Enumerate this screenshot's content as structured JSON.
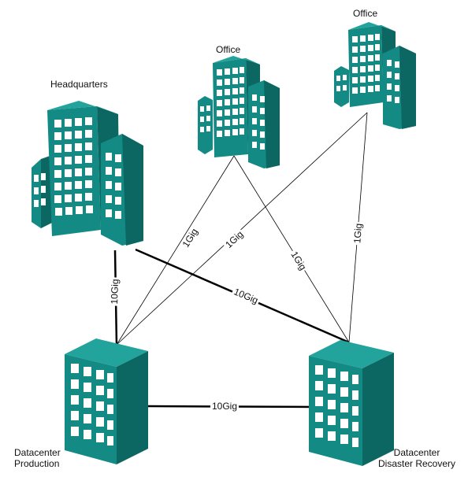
{
  "nodes": {
    "headquarters": {
      "label": "Headquarters",
      "icon": "office-building-icon"
    },
    "office_left": {
      "label": "Office",
      "icon": "office-building-icon"
    },
    "office_right": {
      "label": "Office",
      "icon": "office-building-icon"
    },
    "dc_production": {
      "label_line1": "Datacenter",
      "label_line2": "Production",
      "icon": "server-rack-icon"
    },
    "dc_recovery": {
      "label_line1": "Datacenter",
      "label_line2": "Disaster Recovery",
      "icon": "server-rack-icon"
    }
  },
  "links": {
    "hq_to_production": "10Gig",
    "hq_to_recovery": "10Gig",
    "production_to_recovery": "10Gig",
    "office_left_to_production": "1Gig",
    "office_left_to_recovery": "1Gig",
    "office_right_to_production": "1Gig",
    "office_right_to_recovery": "1Gig"
  },
  "colors": {
    "building_front": "#138a84",
    "building_side": "#0c6661",
    "building_top": "#22a39c",
    "window": "#ffffff",
    "link": "#000000"
  }
}
